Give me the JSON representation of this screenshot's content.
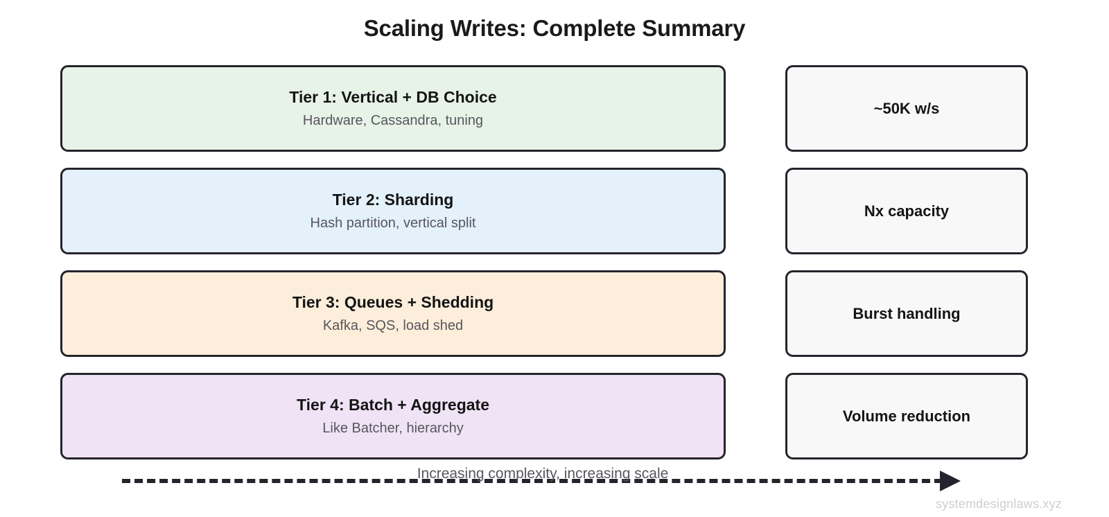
{
  "title": "Scaling Writes: Complete Summary",
  "tiers": [
    {
      "title": "Tier 1: Vertical + DB Choice",
      "subtitle": "Hardware, Cassandra, tuning",
      "color": "#e8f3e8",
      "result": "~50K w/s"
    },
    {
      "title": "Tier 2: Sharding",
      "subtitle": "Hash partition, vertical split",
      "color": "#e4f1fb",
      "result": "Nx capacity"
    },
    {
      "title": "Tier 3: Queues + Shedding",
      "subtitle": "Kafka, SQS, load shed",
      "color": "#fdeedb",
      "result": "Burst handling"
    },
    {
      "title": "Tier 4: Batch + Aggregate",
      "subtitle": "Like Batcher, hierarchy",
      "color": "#f1e3f6",
      "result": "Volume reduction"
    }
  ],
  "arrow": {
    "caption": "Increasing complexity, increasing scale",
    "direction": "right",
    "style": "dashed",
    "color": "#24242c"
  },
  "watermark": "systemdesignlaws.xyz",
  "colors": {
    "border": "#24242c",
    "result_box_fill": "#f8f8f8",
    "title_text": "#1a1a1a",
    "subtitle_text": "#56565c",
    "watermark_text": "#cfcfd4",
    "background": "#ffffff"
  }
}
